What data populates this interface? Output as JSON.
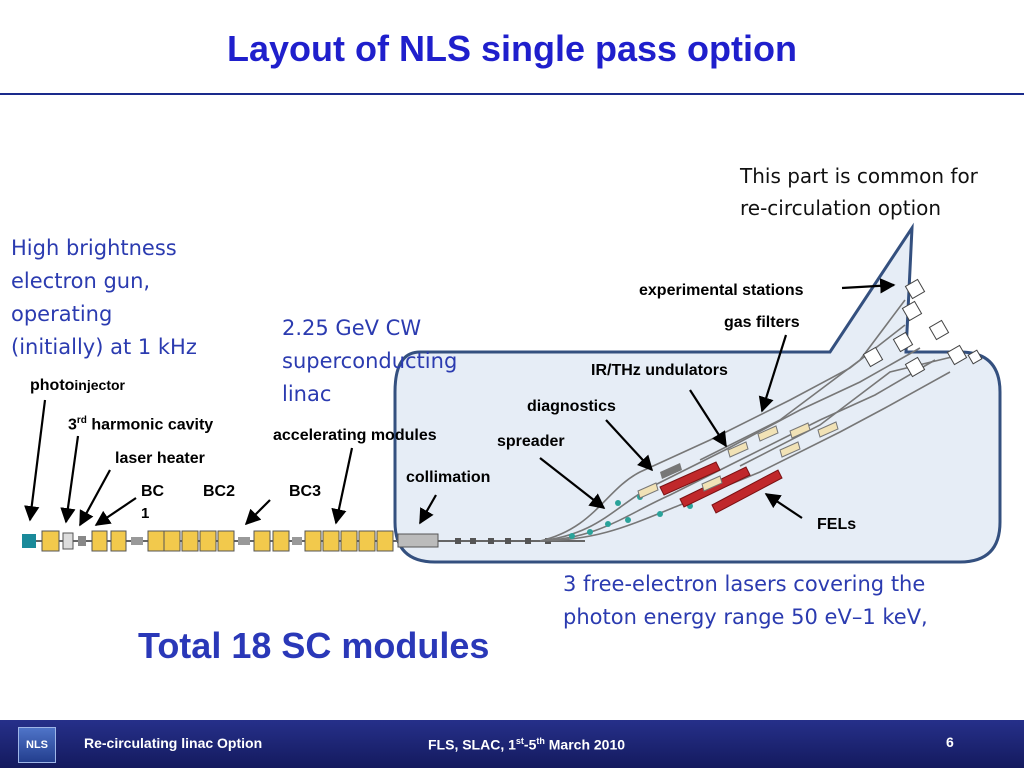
{
  "slide": {
    "title": "Layout  of NLS single pass option",
    "common_note": [
      "This part is common for",
      "re-circulation option"
    ],
    "gun_note": [
      "High brightness",
      "electron gun,",
      "operating",
      "(initially) at 1 kHz"
    ],
    "linac_note": [
      "2.25 GeV CW",
      "superconducting",
      "linac"
    ],
    "fel_note": [
      "3 free-electron lasers  covering the",
      "photon energy range 50 eV–1 keV,"
    ],
    "total": "Total 18 SC modules"
  },
  "labels": {
    "photoinjector_a": "photo",
    "photoinjector_b": "injector",
    "harmonic_a": "3",
    "harmonic_sup": "rd",
    "harmonic_b": " harmonic cavity",
    "laser_heater": "laser heater",
    "bc1_a": "BC",
    "bc1_b": "1",
    "bc2": "BC2",
    "bc3": "BC3",
    "accelerating_modules": "accelerating modules",
    "collimation": "collimation",
    "spreader": "spreader",
    "diagnostics": "diagnostics",
    "ir_thz": "IR/THz undulators",
    "gas_filters": "gas filters",
    "experimental_stations": "experimental stations",
    "fels": "FELs"
  },
  "footer": {
    "logo": "NLS",
    "left": "Re-circulating linac Option",
    "center_a": "FLS, SLAC, 1",
    "center_sup1": "st",
    "center_b": "-5",
    "center_sup2": "th",
    "center_c": " March 2010",
    "page": "6"
  },
  "colors": {
    "title": "#1f1fcc",
    "module_fill": "#f2c94c",
    "callout_fill": "#e6edf6",
    "callout_stroke": "#34507f",
    "undulator_red": "#c0282b",
    "footer_bg": "#1e2677"
  }
}
